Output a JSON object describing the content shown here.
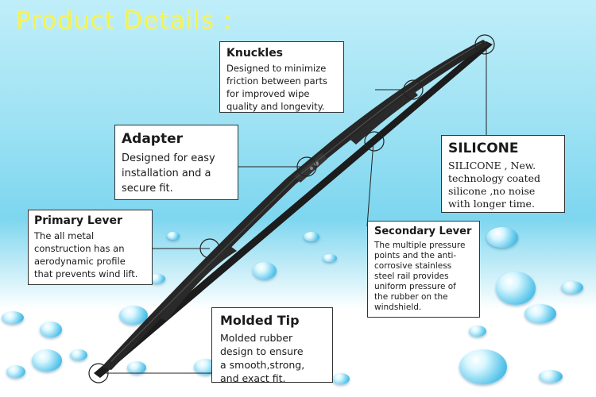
{
  "title": "Product Details :",
  "callouts": {
    "knuckles": {
      "heading": "Knuckles",
      "lines": [
        "Designed to minimize",
        "friction between parts",
        "for improved wipe",
        "quality and longevity."
      ]
    },
    "adapter": {
      "heading": "Adapter",
      "lines": [
        "Designed for easy",
        "installation and a",
        "secure fit."
      ]
    },
    "silicone": {
      "heading": "SILICONE",
      "lines": [
        "SILICONE , New.",
        "technology coated",
        "silicone  ,no noise",
        "with longer time."
      ]
    },
    "primary_lever": {
      "heading": "Primary Lever",
      "lines": [
        "The all metal",
        "construction has an",
        "aerodynamic profile",
        "that prevents wind lift."
      ]
    },
    "secondary_lever": {
      "heading": "Secondary Lever",
      "lines": [
        "The multiple pressure",
        "points and the anti-",
        "corrosive stainless",
        "steel rail provides",
        "uniform pressure of",
        "the rubber on the",
        "windshield."
      ]
    },
    "molded_tip": {
      "heading": "Molded Tip",
      "lines": [
        "Molded rubber",
        "design to ensure",
        "a smooth,strong,",
        "and exact fit."
      ]
    }
  },
  "colors": {
    "title": "#f4f24a",
    "sky_top": "#bfeef9",
    "blade": "#1c1c1c"
  },
  "icons": {
    "blade": "wiper-blade-illustration",
    "drops": "water-droplet-icon"
  }
}
